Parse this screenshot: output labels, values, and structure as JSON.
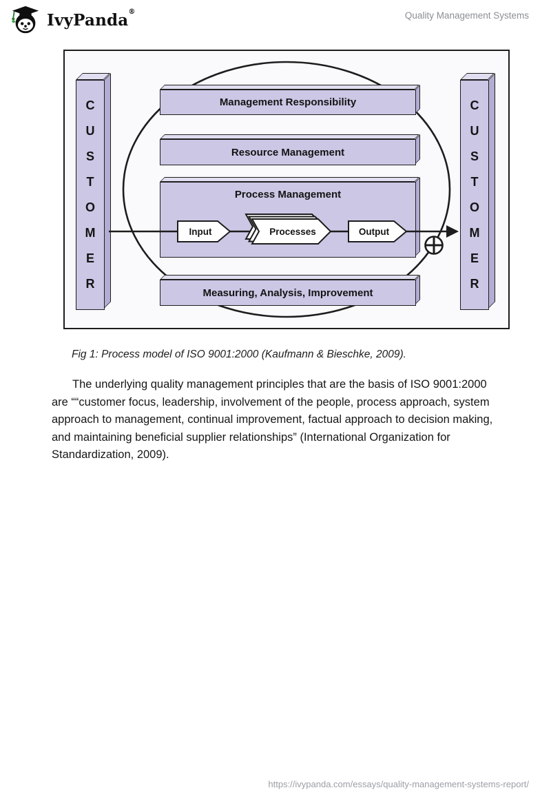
{
  "header": {
    "brand": "IvyPanda",
    "brand_reg": "®",
    "page_title": "Quality Management Systems"
  },
  "figure": {
    "customer_left": "C\nU\nS\nT\nO\nM\nE\nR",
    "customer_right": "C\nU\nS\nT\nO\nM\nE\nR",
    "bars": {
      "management": "Management Responsibility",
      "resource": "Resource Management",
      "process": "Process Management",
      "measuring": "Measuring, Analysis, Improvement"
    },
    "flow": {
      "input": "Input",
      "processes": "Processes",
      "output": "Output"
    },
    "colors": {
      "bar_fill": "#cbc7e5",
      "bar_top": "#e1def1",
      "bar_side": "#b2add3",
      "outline": "#1d1d1d",
      "background": "#faf9fb"
    }
  },
  "caption": "Fig 1: Process model of ISO 9001:2000 (Kaufmann & Bieschke, 2009).",
  "paragraph": "The underlying quality management principles that are the basis of ISO 9001:2000 are ““customer focus, leadership, involvement of the people, process approach, system approach to management, continual improvement, factual approach to decision making, and maintaining beneficial supplier relationships” (International Organization for Standardization, 2009).",
  "footer": {
    "url": "https://ivypanda.com/essays/quality-management-systems-report/"
  }
}
